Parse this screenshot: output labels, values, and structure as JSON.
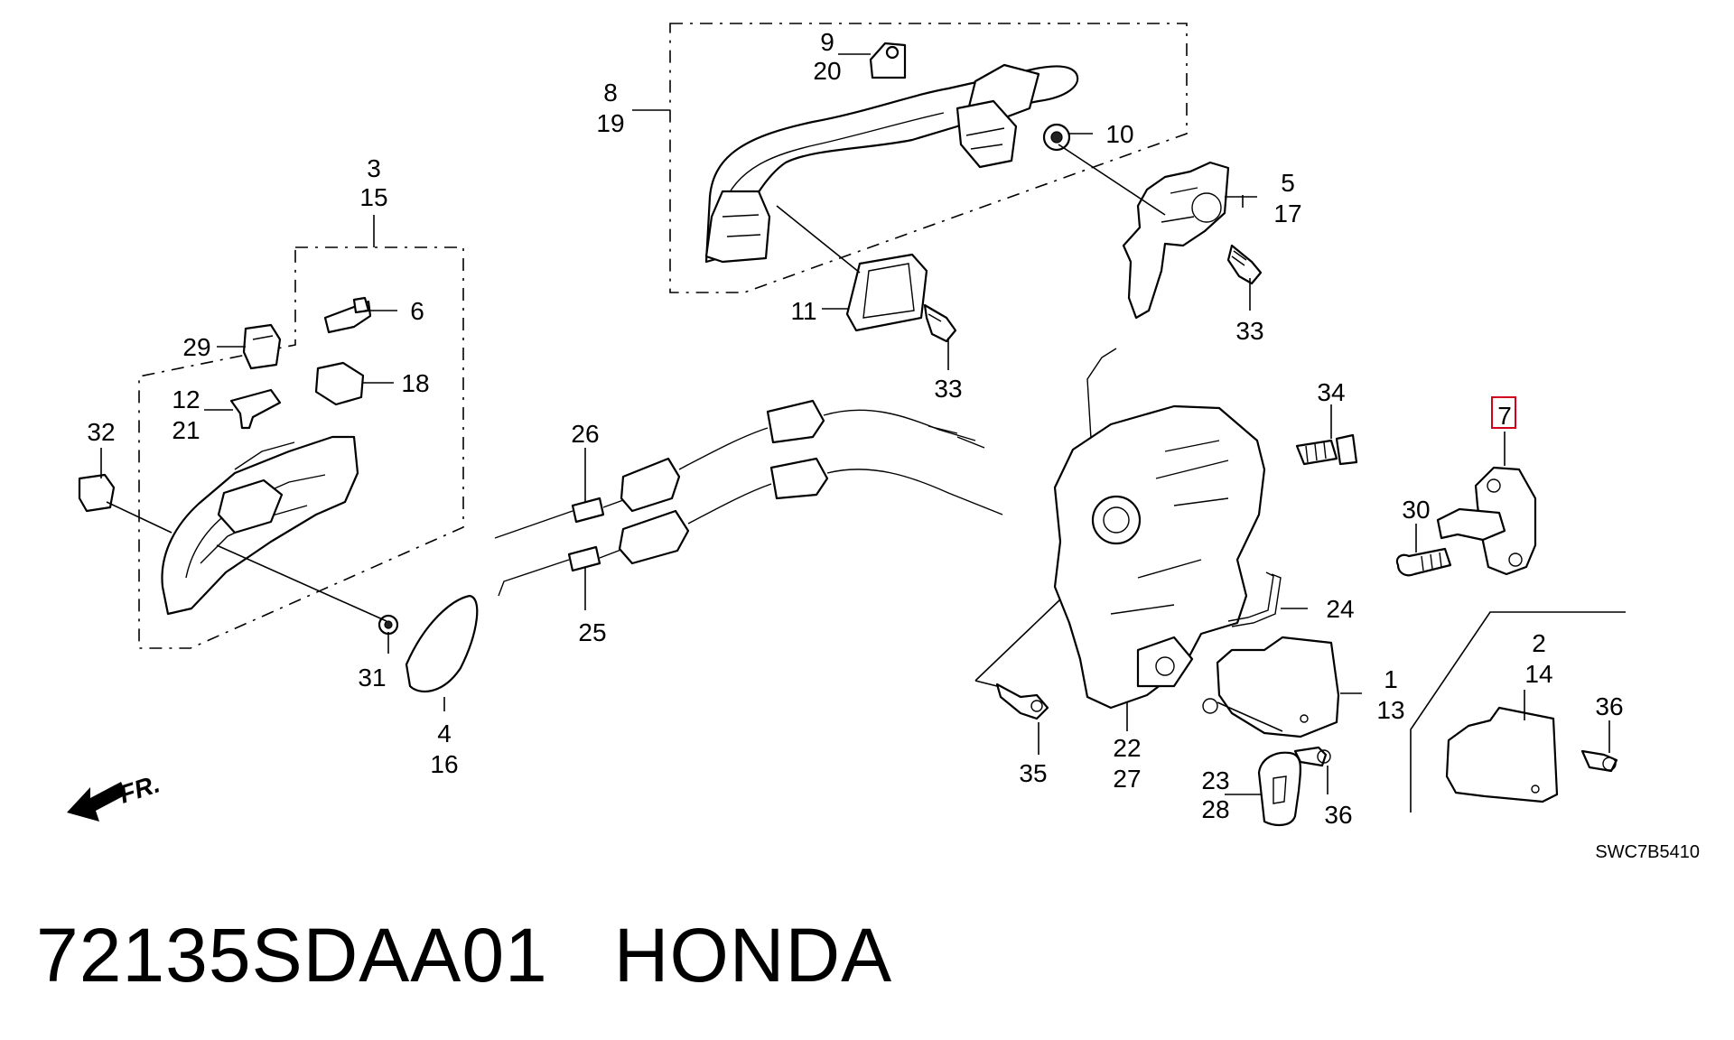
{
  "diagram": {
    "callouts": {
      "c3": "3",
      "c15": "15",
      "c6": "6",
      "c18": "18",
      "c29": "29",
      "c12": "12",
      "c21": "21",
      "c32": "32",
      "c31": "31",
      "c4": "4",
      "c16": "16",
      "c26": "26",
      "c25": "25",
      "c9": "9",
      "c20": "20",
      "c8": "8",
      "c19": "19",
      "c10": "10",
      "c11": "11",
      "c33a": "33",
      "c33b": "33",
      "c5": "5",
      "c17": "17",
      "c34": "34",
      "c7": "7",
      "c30": "30",
      "c24": "24",
      "c1": "1",
      "c13": "13",
      "c2": "2",
      "c14": "14",
      "c36a": "36",
      "c36b": "36",
      "c35": "35",
      "c22": "22",
      "c27": "27",
      "c23": "23",
      "c28": "28"
    },
    "highlighted_callout": "7",
    "direction_label": "FR.",
    "diagram_code": "SWC7B5410"
  },
  "footer": {
    "part_number": "72135SDAA01",
    "brand": "HONDA"
  },
  "colors": {
    "line": "#000000",
    "highlight": "#d0021b",
    "background": "#ffffff"
  }
}
